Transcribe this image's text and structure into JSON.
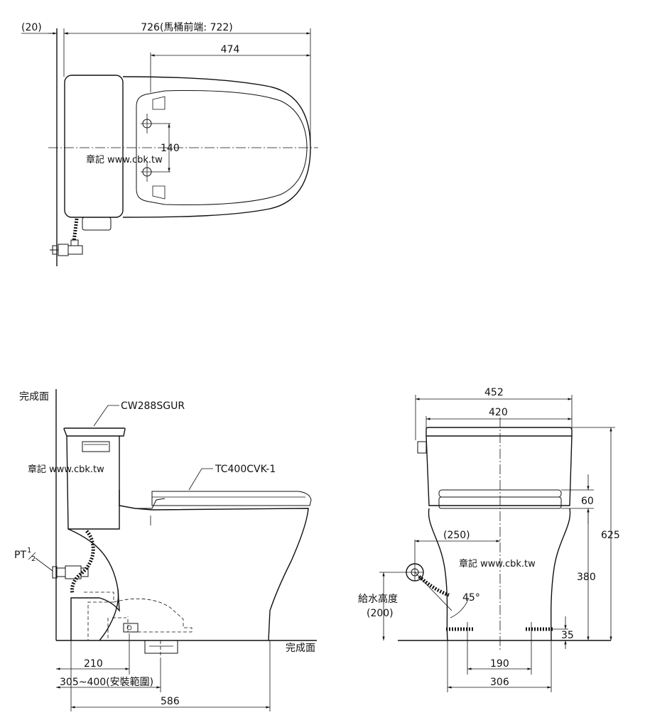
{
  "top_view": {
    "dim_offset": "(20)",
    "dim_total": "726(馬桶前端: 722)",
    "dim_seat": "474",
    "dim_holes": "140",
    "watermark": "章記 www.cbk.tw"
  },
  "side_view": {
    "finish_wall": "完成面",
    "finish_floor": "完成面",
    "tank_model": "CW288SGUR",
    "seat_model": "TC400CVK-1",
    "pipe_label": "PT",
    "pipe_sup": "1",
    "pipe_sub": "2",
    "watermark": "章記 www.cbk.tw",
    "dim_drain": "210",
    "dim_range": "305~400(安裝範圍)",
    "dim_depth": "586"
  },
  "front_view": {
    "dim_width_outer": "452",
    "dim_width_inner": "420",
    "dim_seat_h": "60",
    "dim_height": "625",
    "dim_rim": "380",
    "dim_supply_offset": "(250)",
    "supply_label": "給水高度",
    "supply_value": "(200)",
    "angle": "45°",
    "dim_foot": "35",
    "dim_bolts": "190",
    "dim_base": "306",
    "watermark": "章記 www.cbk.tw"
  }
}
